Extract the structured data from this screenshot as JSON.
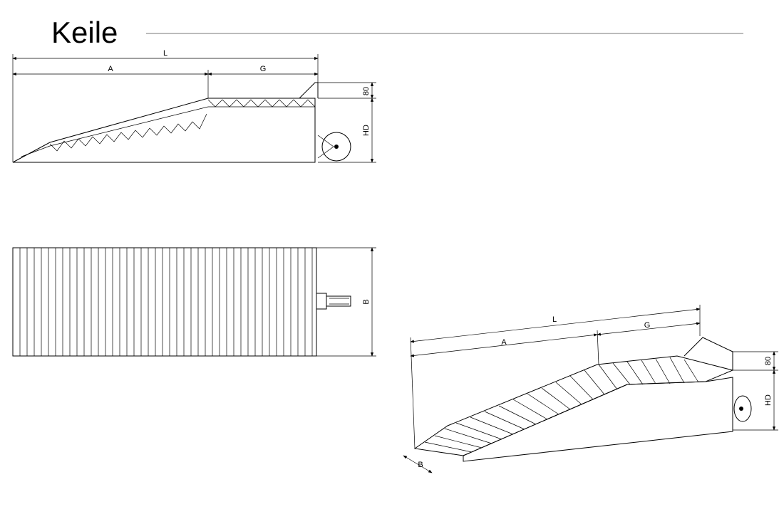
{
  "title": "Keile",
  "side_view": {
    "dim_total": "L",
    "dim_ramp": "A",
    "dim_flat": "G",
    "dim_lip": "80",
    "dim_height": "HD"
  },
  "top_view": {
    "dim_width": "B"
  },
  "iso_view": {
    "dim_total": "L",
    "dim_ramp": "A",
    "dim_flat": "G",
    "dim_lip": "80",
    "dim_height": "HD",
    "dim_width": "B"
  }
}
